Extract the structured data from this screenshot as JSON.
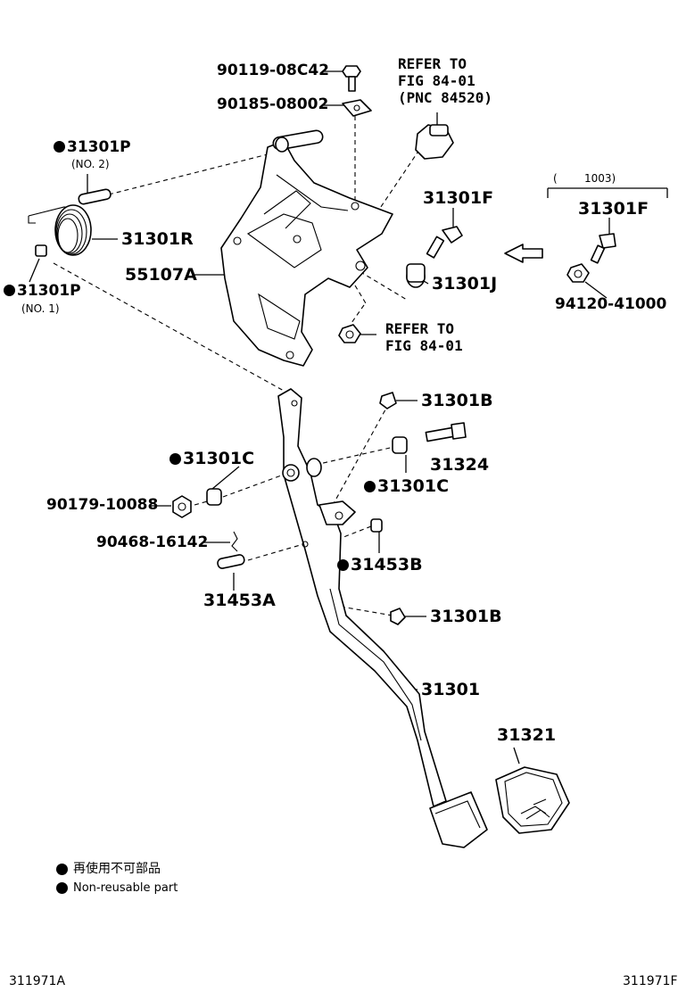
{
  "parts": {
    "p_90119": "90119-08C42",
    "p_90185": "90185-08002",
    "p_31301P_no2": "31301P",
    "p_31301P_no2_sub": "(NO. 2)",
    "p_31301R": "31301R",
    "p_55107A": "55107A",
    "p_31301P_no1": "31301P",
    "p_31301P_no1_sub": "(NO. 1)",
    "p_31301F": "31301F",
    "p_31301J": "31301J",
    "p_31301F_alt": "31301F",
    "p_94120": "94120-41000",
    "p_31301B_top": "31301B",
    "p_31324": "31324",
    "p_31301C_left": "31301C",
    "p_31301C_right": "31301C",
    "p_90179": "90179-10088",
    "p_90468": "90468-16142",
    "p_31453B": "31453B",
    "p_31453A": "31453A",
    "p_31301B_bottom": "31301B",
    "p_31301": "31301",
    "p_31321": "31321"
  },
  "references": {
    "top_line1": "REFER TO",
    "top_line2": "FIG 84-01",
    "top_line3": "(PNC 84520)",
    "mid_line1": "REFER TO",
    "mid_line2": "FIG 84-01"
  },
  "variant_bracket": {
    "open": "(",
    "code": "1003)"
  },
  "legend": {
    "jp": "再使用不可部品",
    "en": "Non-reusable part"
  },
  "footer": {
    "left_code": "311971A",
    "right_code": "311971F"
  },
  "icons": {
    "non_reusable_marker": "filled-circle-icon",
    "arrow": "left-arrow-icon"
  }
}
